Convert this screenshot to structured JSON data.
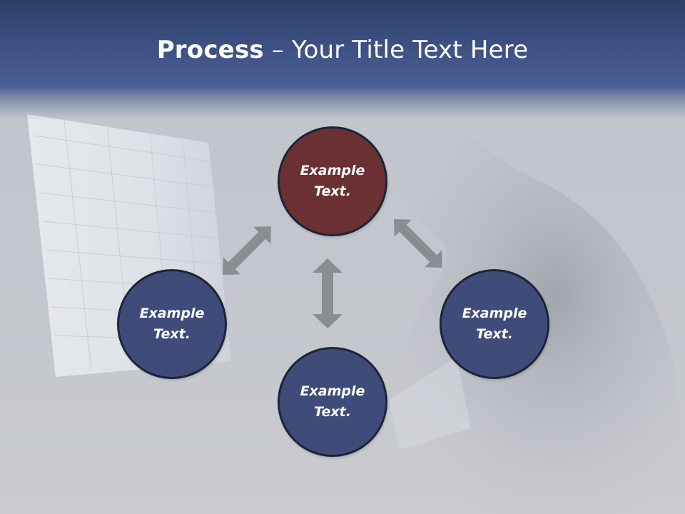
{
  "slide": {
    "title_bold": "Process",
    "title_rest": " – Your Title Text Here"
  },
  "nodes": [
    {
      "id": "top",
      "line1": "Example",
      "line2": "Text."
    },
    {
      "id": "left",
      "line1": "Example",
      "line2": "Text."
    },
    {
      "id": "right",
      "line1": "Example",
      "line2": "Text."
    },
    {
      "id": "bottom",
      "line1": "Example",
      "line2": "Text."
    }
  ],
  "colors": {
    "header": "#3c4f82",
    "accent_node": "#6b3132",
    "primary_node": "#3f4c7a",
    "node_border": "#1e2438",
    "arrow": "#8a8d92",
    "title_text": "#ffffff"
  },
  "icons": {
    "arrows": [
      "double-arrow-icon",
      "double-arrow-icon",
      "double-arrow-icon"
    ]
  }
}
